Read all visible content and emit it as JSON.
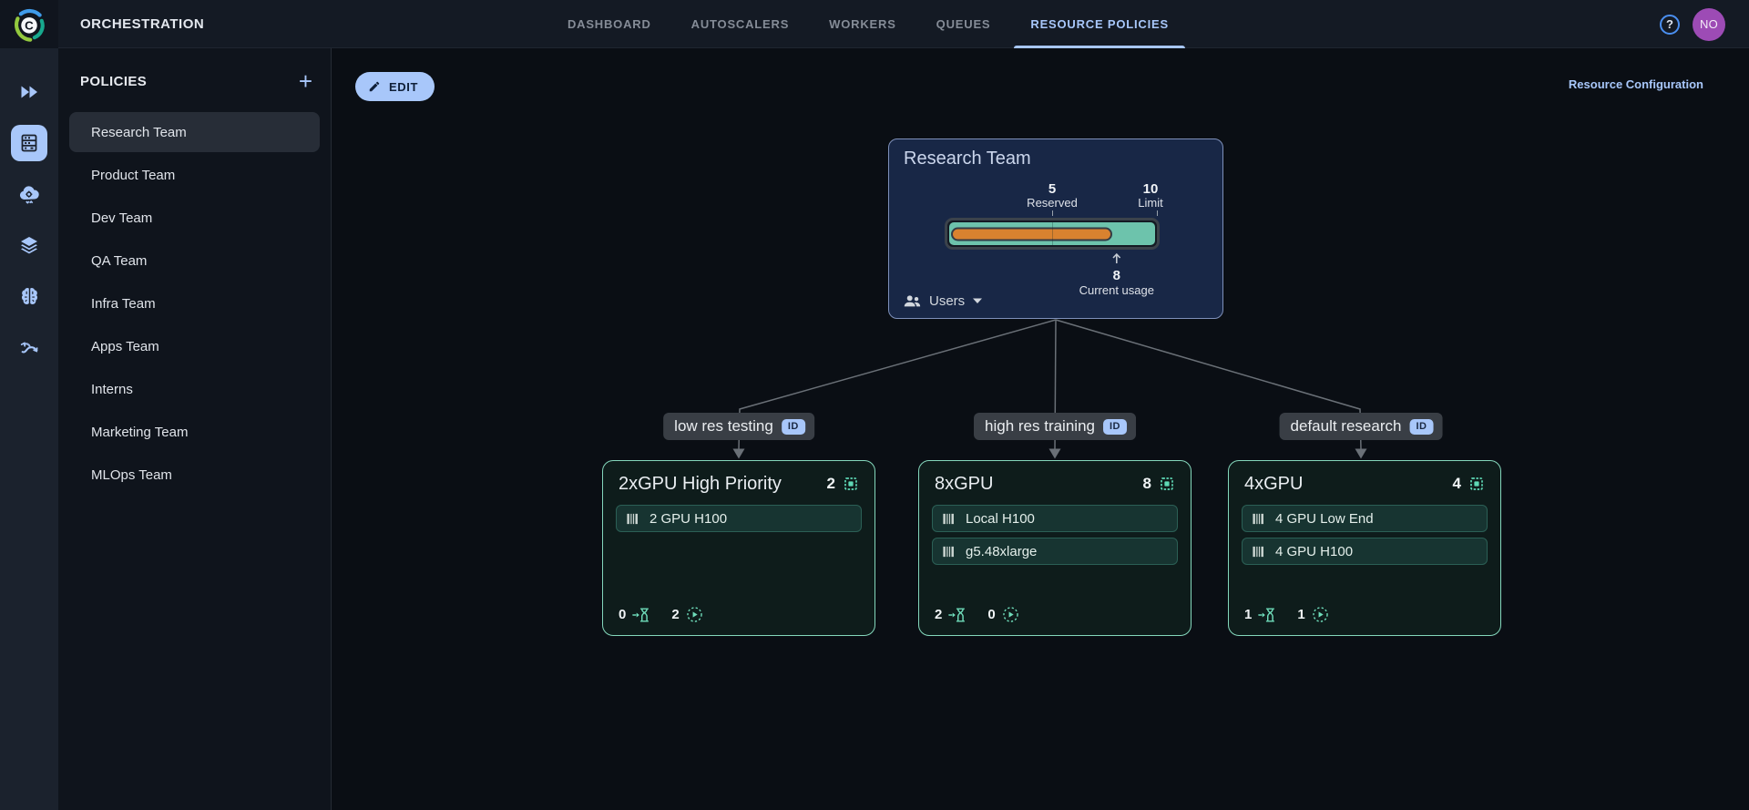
{
  "header": {
    "brand": "ORCHESTRATION",
    "tabs": [
      {
        "label": "DASHBOARD",
        "active": false
      },
      {
        "label": "AUTOSCALERS",
        "active": false
      },
      {
        "label": "WORKERS",
        "active": false
      },
      {
        "label": "QUEUES",
        "active": false
      },
      {
        "label": "RESOURCE POLICIES",
        "active": true
      }
    ],
    "help_glyph": "?",
    "avatar_initials": "NO"
  },
  "sidebar": {
    "icons": [
      {
        "name": "fast-forward-icon",
        "active": false
      },
      {
        "name": "server-rack-icon",
        "active": true
      },
      {
        "name": "cloud-gear-icon",
        "active": false
      },
      {
        "name": "layers-icon",
        "active": false
      },
      {
        "name": "brain-icon",
        "active": false
      },
      {
        "name": "pipeline-icon",
        "active": false
      }
    ]
  },
  "policies": {
    "title": "POLICIES",
    "add_label": "+",
    "items": [
      {
        "label": "Research Team",
        "selected": true
      },
      {
        "label": "Product Team",
        "selected": false
      },
      {
        "label": "Dev Team",
        "selected": false
      },
      {
        "label": "QA Team",
        "selected": false
      },
      {
        "label": "Infra Team",
        "selected": false
      },
      {
        "label": "Apps Team",
        "selected": false
      },
      {
        "label": "Interns",
        "selected": false
      },
      {
        "label": "Marketing Team",
        "selected": false
      },
      {
        "label": "MLOps Team",
        "selected": false
      }
    ]
  },
  "toolbar": {
    "edit_label": "EDIT",
    "resource_config_label": "Resource Configuration"
  },
  "tree": {
    "root": {
      "title": "Research Team",
      "reserved_value": "5",
      "reserved_label": "Reserved",
      "limit_value": "10",
      "limit_label": "Limit",
      "current_value": "8",
      "current_label": "Current usage",
      "users_label": "Users",
      "usage_pct": 80,
      "reserved_pct": 50
    },
    "edges": [
      {
        "label": "low res testing",
        "badge": "ID"
      },
      {
        "label": "high res training",
        "badge": "ID"
      },
      {
        "label": "default research",
        "badge": "ID"
      }
    ],
    "nodes": [
      {
        "title": "2xGPU High Priority",
        "gpu_count": "2",
        "chips": [
          "2 GPU H100"
        ],
        "queued": "0",
        "running": "2"
      },
      {
        "title": "8xGPU",
        "gpu_count": "8",
        "chips": [
          "Local H100",
          "g5.48xlarge"
        ],
        "queued": "2",
        "running": "0"
      },
      {
        "title": "4xGPU",
        "gpu_count": "4",
        "chips": [
          "4 GPU Low End",
          "4 GPU H100"
        ],
        "queued": "1",
        "running": "1"
      }
    ]
  },
  "colors": {
    "accent_blue": "#a8c7fa",
    "mint": "#6fdcba",
    "card_border_mint": "#84d7bc",
    "root_border": "#7e90ba",
    "usage_teal": "#6dc3ac",
    "usage_orange": "#d9822f",
    "avatar_purple": "#9d4bb5",
    "edge_line": "#6a7077"
  }
}
